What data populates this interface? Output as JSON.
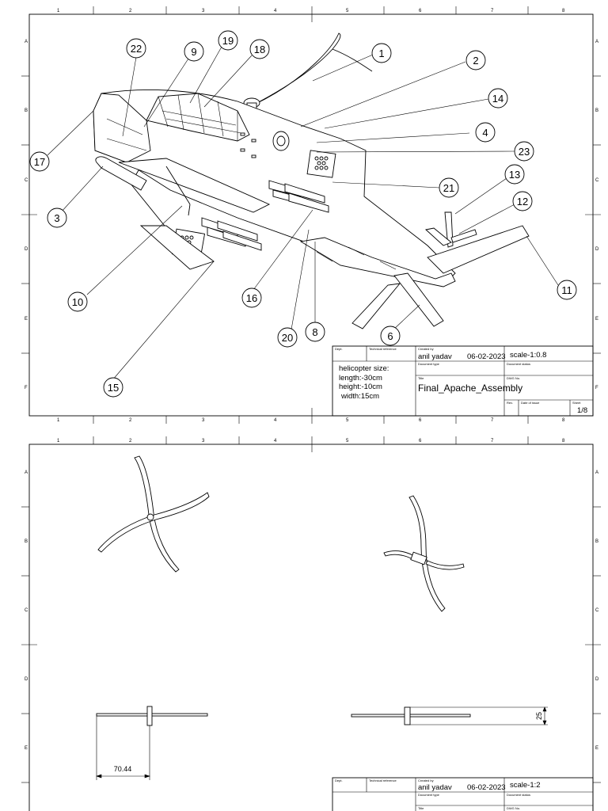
{
  "zones": {
    "columns": [
      "1",
      "2",
      "3",
      "4",
      "5",
      "6",
      "7",
      "8"
    ],
    "rows": [
      "A",
      "B",
      "C",
      "D",
      "E",
      "F"
    ]
  },
  "sheet1": {
    "balloons": [
      "1",
      "2",
      "3",
      "4",
      "6",
      "8",
      "9",
      "10",
      "11",
      "12",
      "13",
      "14",
      "15",
      "16",
      "17",
      "18",
      "19",
      "20",
      "21",
      "22",
      "23"
    ],
    "notes": {
      "heading": "helicopter size:",
      "length": "length:-30cm",
      "height": "height:-10cm",
      "width": "width:15cm"
    },
    "title_block": {
      "dept_label": "Dept.",
      "tech_ref_label": "Technical reference",
      "created_by_label": "Created by",
      "created_by": "anil yadav",
      "date": "06-02-2023",
      "scale": "scale-1:0.8",
      "doc_type_label": "Document type",
      "doc_status_label": "Document status",
      "title_label": "Title",
      "title": "Final_Apache_Assembly",
      "dwg_no_label": "DWG No.",
      "rev_label": "Rev.",
      "date_of_issue_label": "Date of issue",
      "sheet_label": "Sheet",
      "sheet": "1/8"
    }
  },
  "sheet2": {
    "dimensions": {
      "length": "70.44",
      "height": "25"
    },
    "title_block": {
      "dept_label": "Dept.",
      "tech_ref_label": "Technical reference",
      "created_by_label": "Created by",
      "created_by": "anil yadav",
      "date": "06-02-2023",
      "scale": "scale-1:2",
      "doc_type_label": "Document type",
      "doc_status_label": "Document status",
      "title_label": "Title",
      "dwg_no_label": "DWG No."
    }
  }
}
